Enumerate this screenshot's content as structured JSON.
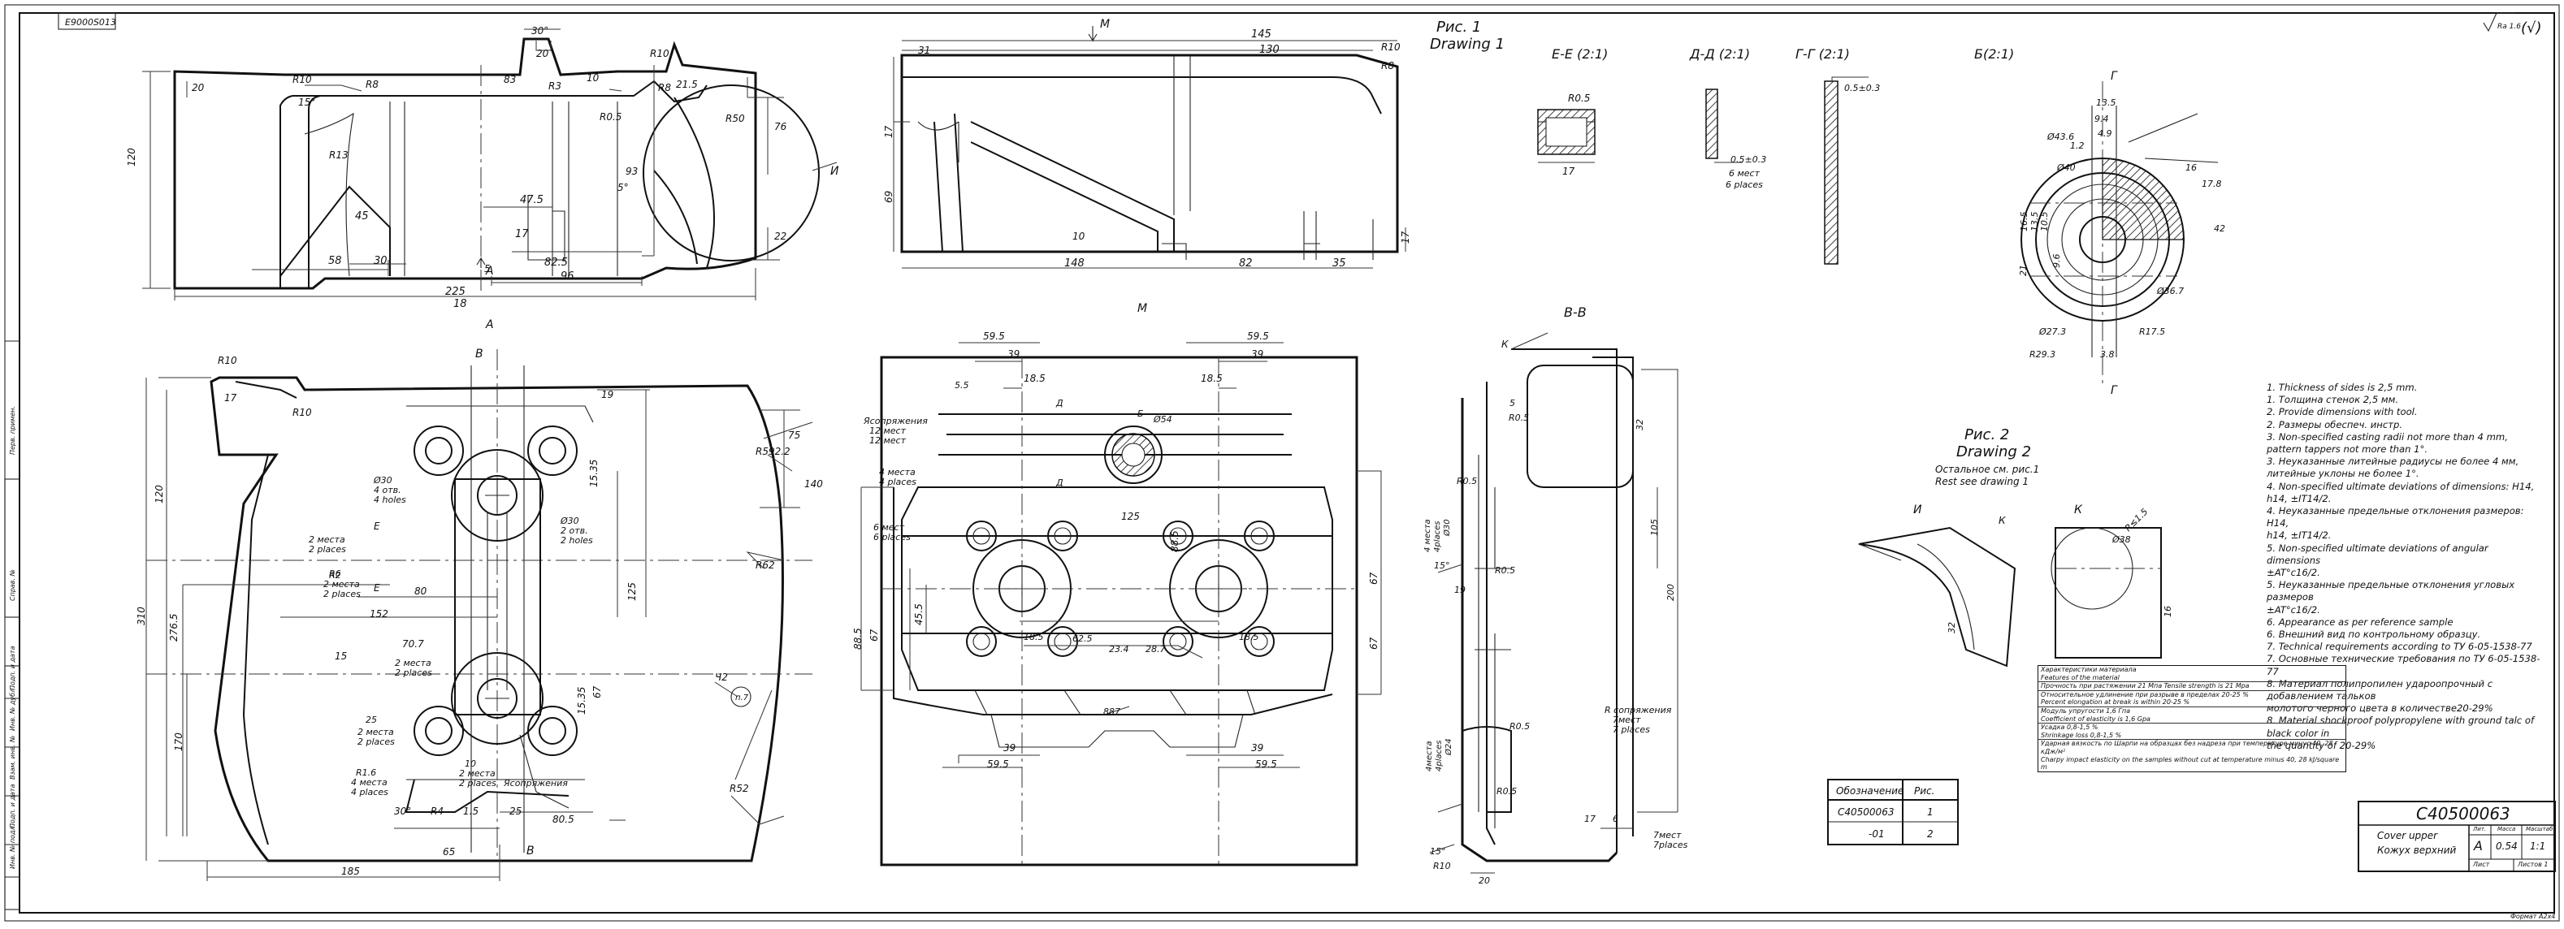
{
  "drawing": {
    "top_code": "Е9000S013",
    "surface_symbol": "Ra 1.6",
    "fig1_ru": "Рис. 1",
    "fig1_en": "Drawing 1",
    "fig2_ru": "Рис. 2",
    "fig2_en": "Drawing 2",
    "fig2_note_ru": "Остальное см. рис.1",
    "fig2_note_en": "Rest see drawing 1",
    "views": {
      "A": "А",
      "M": "М",
      "B_arrow": "Б",
      "V": "В-В",
      "E": "Е-Е (2:1)",
      "D": "Д-Д (2:1)",
      "G": "Г-Г (2:1)",
      "B21": "Б(2:1)",
      "I": "И",
      "K": "К"
    }
  },
  "dims": {
    "top": [
      "30",
      "20",
      "R10",
      "R8",
      "83",
      "R3",
      "R10",
      "R8",
      "21.5",
      "R50",
      "R0.5",
      "15",
      "R13",
      "45",
      "47.5",
      "17",
      "82.5",
      "93",
      "96",
      "5",
      "58",
      "30",
      "18",
      "225",
      "120",
      "20",
      "76",
      "22",
      "И"
    ],
    "side": [
      "145",
      "130",
      "R10",
      "R8",
      "31",
      "69",
      "10",
      "148",
      "82",
      "35",
      "17"
    ],
    "plan": [
      "R10",
      "R10",
      "17",
      "19",
      "R592.2",
      "75",
      "140",
      "15.35",
      "120",
      "310",
      "276.5",
      "170",
      "125",
      "R62",
      "80",
      "152",
      "15",
      "70.7",
      "15.35",
      "67",
      "R52",
      "80.5",
      "65",
      "185",
      "25",
      "R4",
      "1.5",
      "10",
      "R1.6",
      "30"
    ],
    "plan_notes": [
      "Ø30\n4 отв.\n4 holes",
      "Ø30\n2 отв.\n2 holes",
      "R6\n2 места\n2 places",
      "R2\n2 места\n2 places",
      "2 места\n2 places",
      "2 места\n2 places",
      "4 места\n4 places",
      "2 места\n2 places",
      "Ясопряжения",
      "Б",
      "Ч2",
      "R1.6"
    ],
    "mview": [
      "59.5",
      "39",
      "18.5",
      "59.5",
      "39",
      "18.5",
      "5.5",
      "Ø54",
      "125",
      "88.5",
      "45.5",
      "67",
      "88.5",
      "62.5",
      "23.4",
      "28.7",
      "18.5",
      "887",
      "39",
      "59.5",
      "39",
      "59.5",
      "67",
      "67",
      "Ясопряжения\n12 мест\n12 мест",
      "4 места\n4 places",
      "6 мест\n6 places",
      "Д",
      "Д"
    ],
    "vsec": [
      "К",
      "R0.5",
      "R0.5",
      "R0.5",
      "15",
      "19",
      "105",
      "200",
      "R0.5",
      "Ø24",
      "15",
      "R10",
      "R0.5",
      "20",
      "17",
      "6",
      "32",
      "R сопряжения\n7 мест\n7 places",
      "7 мест\n7places",
      "4 места\n4 places"
    ],
    "sections": [
      "R0.5",
      "17",
      "0.5±0.3",
      "6 мест\n6 places",
      "0.5±0.3"
    ],
    "b21": [
      "Г",
      "13.5",
      "9.4",
      "4.9",
      "Ø43.6",
      "1.2",
      "Ø40",
      "16",
      "42",
      "17.8",
      "16.5",
      "13.5",
      "10.5",
      "21",
      "9.6",
      "Ø36.7",
      "Ø27.3",
      "R17.5",
      "R29.3",
      "3.8",
      "Г"
    ],
    "ik": [
      "К",
      "32",
      "R≤1.5",
      "Ø38",
      "16"
    ]
  },
  "notes": [
    "1. Thickness of sides is 2,5 mm.",
    "1. Толщина стенок 2,5 мм.",
    "2. Provide dimensions with tool.",
    "2. Размеры обеспеч. инстр.",
    "3. Non-specified casting radii not more than   4 mm,",
    "pattern tappers not more than 1°.",
    "3. Неуказанные литейные радиусы не более 4 мм,",
    "литейные уклоны не более 1°.",
    "4. Non-specified ultimate deviations of dimensions: H14,",
    "h14, ±IT14/2.",
    "4. Неуказанные предельные отклонения размеров: H14,",
    "h14, ±IT14/2.",
    "5. Non-specified ultimate deviations of angular dimensions",
    "±AT°с16/2.",
    "5. Неуказанные предельные отклонения угловых размеров",
    "±AT°с16/2.",
    "6. Appearance as per reference sample",
    "6. Внешний вид по контрольному образцу.",
    "7. Technical requirements according to ТУ 6-05-1538-77",
    "7. Основные технические требования по ТУ 6-05-1538-77",
    "8. Материал полипропилен удароопрочный с добавлением тальков",
    "молотого черного цвета в количестве20-29%",
    "8. Material shockproof polypropylene with ground talc of black color in",
    "the quantity of 20-29%"
  ],
  "material": [
    "Характеристики материала\nFeatures of the material",
    "Прочность при растяжении 21 Мпа    Tensile strength is 21 Mpa",
    "Относительное удлинение при разрыве в пределах 20-25 %\nPercent elongation at break is within 20-25 %",
    "Модуль упругости 1,6 Гпа\nCoefficient of elasticity is 1,6 Gpa",
    "Усадка 0,8-1,5 %\nShrinkage loss 0,8-1,5 %",
    "Ударная вязкость по Шарпи на образцах без надреза при температуре минус 40, 28 кДж/м²\nCharpy impact elasticity on the samples without cut at temperature minus 40, 28 kJ/square m"
  ],
  "designation": {
    "headers": [
      "Обозначение",
      "Рис."
    ],
    "rows": [
      [
        "C40500063",
        "1"
      ],
      [
        "-01",
        "2"
      ]
    ]
  },
  "title_block": {
    "code": "C40500063",
    "name_en": "Cover upper",
    "name_ru": "Кожух верхний",
    "lit_head": "Лит.",
    "mass_head": "Масса",
    "scale_head": "Масштаб",
    "lit": "А",
    "mass": "0.54",
    "scale": "1:1",
    "sheet": "Лист",
    "sheets": "Листов 1",
    "format": "Формат А2х4"
  },
  "side_stamp": [
    "Перв. примен.",
    "Справ. №",
    "Подп. и дата",
    "Инв. № дубл.",
    "Взам. инв. №",
    "Подп. и дата",
    "Инв. № подл."
  ]
}
